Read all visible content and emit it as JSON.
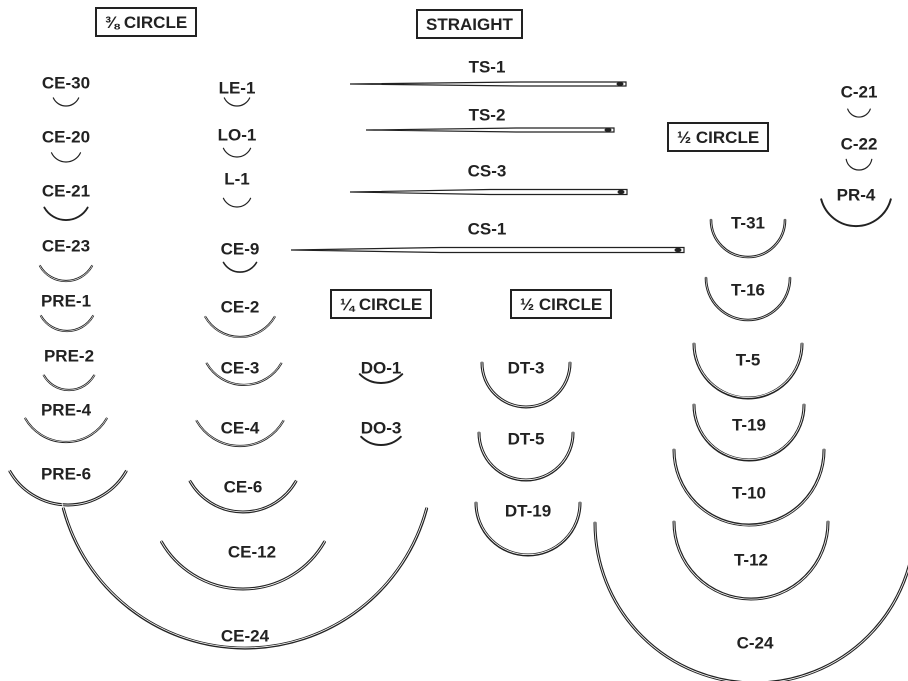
{
  "colors": {
    "ink": "#222222",
    "paper": "#ffffff"
  },
  "headers": {
    "three_eighths": "⅜ CIRCLE",
    "straight": "STRAIGHT",
    "half_right": "½ CIRCLE",
    "quarter": "¼ CIRCLE",
    "half_mid": "½ CIRCLE"
  },
  "needles": {
    "ce30": "CE-30",
    "ce20": "CE-20",
    "ce21": "CE-21",
    "ce23": "CE-23",
    "pre1": "PRE-1",
    "pre2": "PRE-2",
    "pre4": "PRE-4",
    "pre6": "PRE-6",
    "le1": "LE-1",
    "lo1": "LO-1",
    "l1": "L-1",
    "ce9": "CE-9",
    "ce2": "CE-2",
    "ce3": "CE-3",
    "ce4": "CE-4",
    "ce6": "CE-6",
    "ce12": "CE-12",
    "ce24": "CE-24",
    "ts1": "TS-1",
    "ts2": "TS-2",
    "cs3": "CS-3",
    "cs1": "CS-1",
    "do1": "DO-1",
    "do3": "DO-3",
    "dt3": "DT-3",
    "dt5": "DT-5",
    "dt19": "DT-19",
    "c21": "C-21",
    "c22": "C-22",
    "pr4": "PR-4",
    "t31": "T-31",
    "t16": "T-16",
    "t5": "T-5",
    "t19": "T-19",
    "t10": "T-10",
    "t12": "T-12",
    "c24": "C-24"
  }
}
